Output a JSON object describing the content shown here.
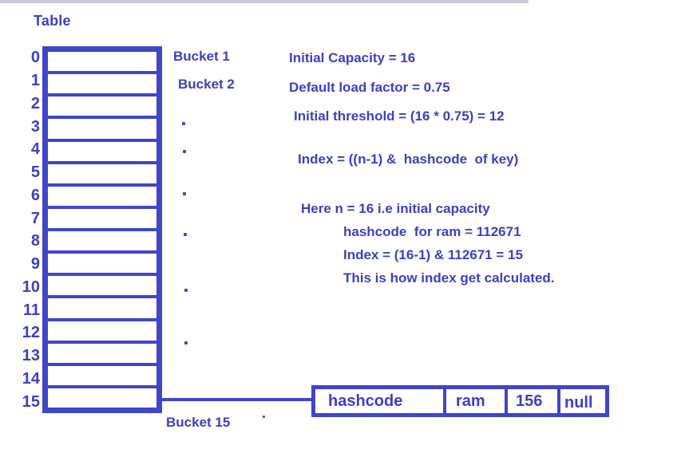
{
  "diagram_title": "Table",
  "colors": {
    "primary_blue": "#4046c8",
    "text_blue": "#3c40c4",
    "top_line_gray": "#c9cbda",
    "background": "#ffffff"
  },
  "table": {
    "rows": [
      "0",
      "1",
      "2",
      "3",
      "4",
      "5",
      "6",
      "7",
      "8",
      "9",
      "10",
      "11",
      "12",
      "13",
      "14",
      "15"
    ]
  },
  "bucket_labels": {
    "first": "Bucket 1",
    "second": "Bucket 2",
    "last": "Bucket 15"
  },
  "notes": {
    "initial_capacity": "Initial Capacity = 16",
    "load_factor": "Default load factor = 0.75",
    "threshold": "Initial threshold = (16 * 0.75) = 12",
    "index_formula": "Index = ((n-1) &  hashcode  of key)",
    "here_n": "Here n = 16 i.e initial capacity",
    "hashcode_for_ram": "hashcode  for ram = 112671",
    "index_calculation": "Index = (16-1) & 112671 = 15",
    "conclusion": "This is how index get calculated."
  },
  "node": {
    "hash_field": "hashcode",
    "key_field": "ram",
    "value_field": "156",
    "next_field": "null"
  }
}
